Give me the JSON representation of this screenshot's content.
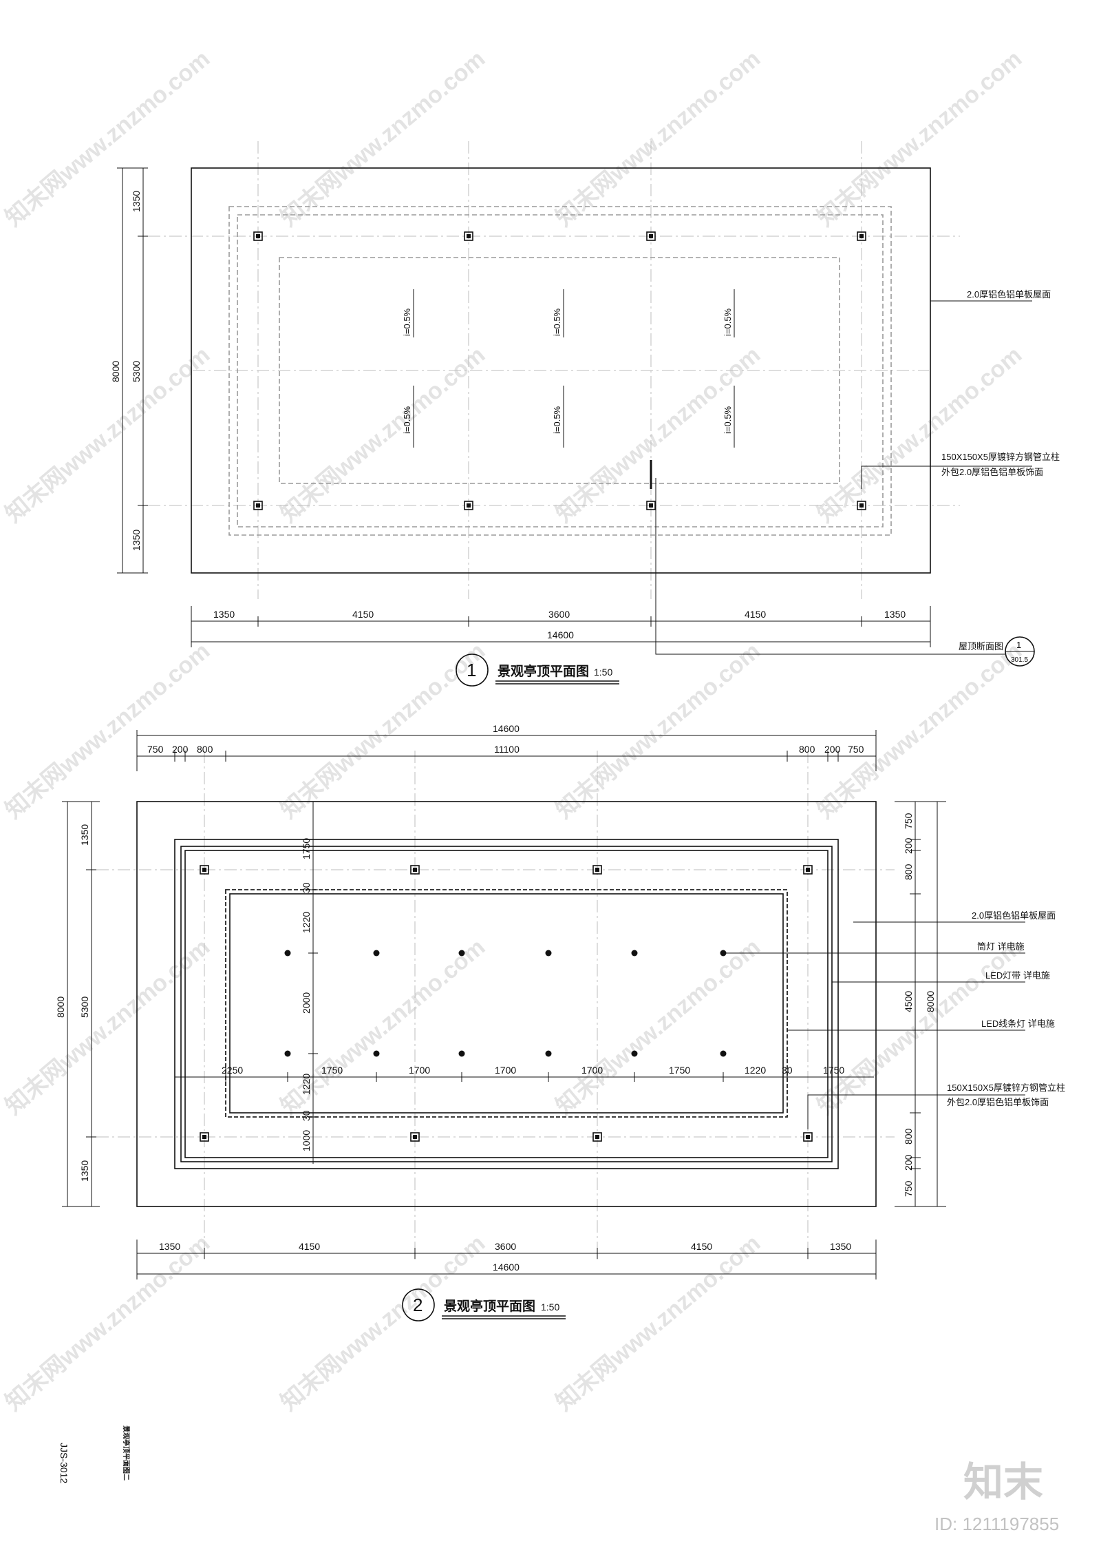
{
  "plan1": {
    "title": "景观亭顶平面图",
    "scale": "1:50",
    "number": "1",
    "dims_bottom": [
      "1350",
      "4150",
      "3600",
      "4150",
      "1350"
    ],
    "total_bottom": "14600",
    "dims_left": [
      "1350",
      "5300",
      "1350"
    ],
    "total_left": "8000",
    "slopes": [
      "i=0.5%",
      "i=0.5%",
      "i=0.5%",
      "i=0.5%",
      "i=0.5%",
      "i=0.5%"
    ],
    "note_roof": "2.0厚铝色铝单板屋面",
    "note_column_1": "150X150X5厚镀锌方钢管立柱",
    "note_column_2": "外包2.0厚铝色铝单板饰面",
    "section_label": "屋顶断面图",
    "section_num": "1",
    "section_sheet": "301.5"
  },
  "plan2": {
    "title": "景观亭顶平面图",
    "scale": "1:50",
    "number": "2",
    "total_top": "14600",
    "dims_top": [
      "750",
      "200",
      "800",
      "11100",
      "800",
      "200",
      "750"
    ],
    "dims_bottom": [
      "1350",
      "4150",
      "3600",
      "4150",
      "1350"
    ],
    "total_bottom": "14600",
    "dims_left_outer": [
      "1350",
      "5300",
      "1350"
    ],
    "total_left": "8000",
    "dims_left_inner": [
      "1750",
      "30",
      "1220",
      "2000",
      "1220",
      "30",
      "1000"
    ],
    "dims_mid_row": [
      "2250",
      "1750",
      "1700",
      "1700",
      "1700",
      "1750",
      "1220",
      "30",
      "1750"
    ],
    "dims_right_inner": [
      "750",
      "200",
      "800",
      "4500",
      "800",
      "200",
      "750"
    ],
    "total_right": "8000",
    "note_roof": "2.0厚铝色铝单板屋面",
    "note_downlight": "筒灯  详电施",
    "note_led_strip": "LED灯带  详电施",
    "note_led_line": "LED线条灯  详电施",
    "note_column_1": "150X150X5厚镀锌方钢管立柱",
    "note_column_2": "外包2.0厚铝色铝单板饰面"
  },
  "sheet": {
    "code": "JJS-3012",
    "name": "景观亭顶平面图二"
  },
  "watermark": {
    "text": "知末网www.znzmo.com",
    "brand": "知末",
    "id": "ID: 1211197855"
  }
}
